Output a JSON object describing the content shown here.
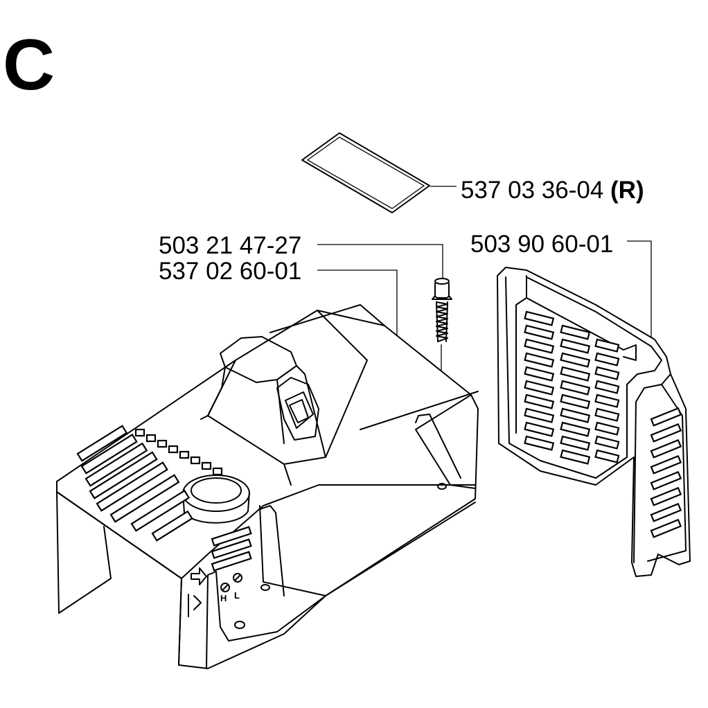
{
  "section_letter": "C",
  "parts": [
    {
      "number": "537 03 36-04",
      "suffix": "(R)"
    },
    {
      "number": "503 90 60-01",
      "suffix": ""
    },
    {
      "number": "503 21 47-27",
      "suffix": ""
    },
    {
      "number": "537 02 60-01",
      "suffix": ""
    }
  ],
  "cover_markings": {
    "h": "H",
    "l": "L"
  }
}
